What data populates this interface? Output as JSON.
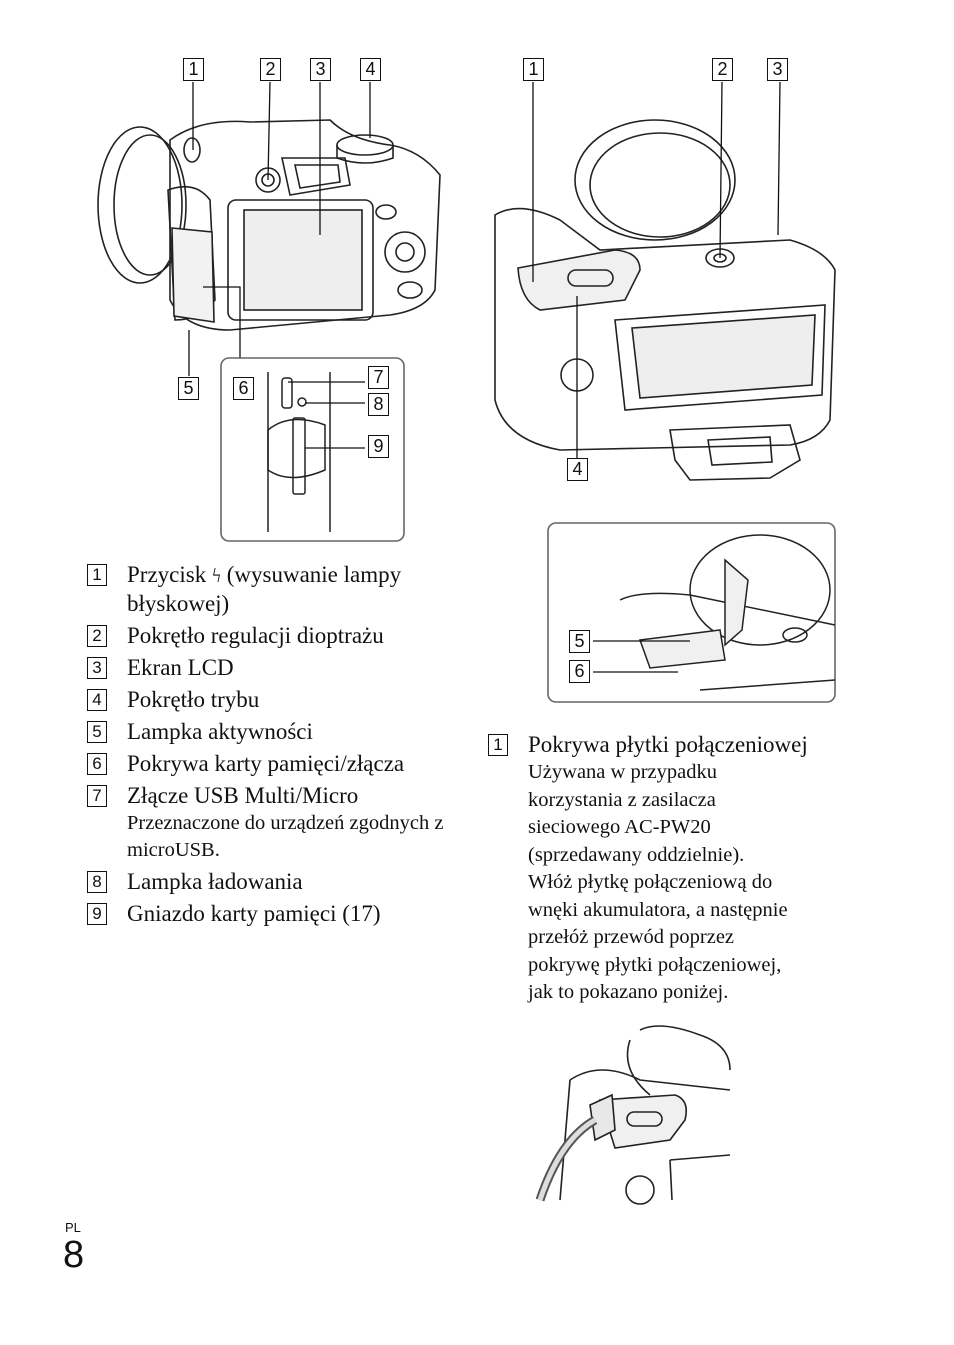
{
  "left_figure": {
    "callouts": [
      "1",
      "2",
      "3",
      "4",
      "5",
      "6",
      "7",
      "8",
      "9"
    ]
  },
  "right_figure": {
    "callouts": [
      "1",
      "2",
      "3",
      "4"
    ],
    "inset_callouts": [
      "5",
      "6"
    ]
  },
  "legend": [
    {
      "num": "1",
      "pre": "Przycisk ",
      "icon": "flash-icon",
      "post": " (wysuwanie lampy błyskowej)",
      "sub": ""
    },
    {
      "num": "2",
      "pre": "Pokrętło regulacji dioptrażu",
      "icon": "",
      "post": "",
      "sub": ""
    },
    {
      "num": "3",
      "pre": "Ekran LCD",
      "icon": "",
      "post": "",
      "sub": ""
    },
    {
      "num": "4",
      "pre": "Pokrętło trybu",
      "icon": "",
      "post": "",
      "sub": ""
    },
    {
      "num": "5",
      "pre": "Lampka aktywności",
      "icon": "",
      "post": "",
      "sub": ""
    },
    {
      "num": "6",
      "pre": "Pokrywa karty pamięci/złącza",
      "icon": "",
      "post": "",
      "sub": ""
    },
    {
      "num": "7",
      "pre": "Złącze USB Multi/Micro",
      "icon": "",
      "post": "",
      "sub": "Przeznaczone do urządzeń zgodnych z microUSB."
    },
    {
      "num": "8",
      "pre": "Lampka ładowania",
      "icon": "",
      "post": "",
      "sub": ""
    },
    {
      "num": "9",
      "pre": "Gniazdo karty pamięci (17)",
      "icon": "",
      "post": "",
      "sub": ""
    }
  ],
  "right_description": {
    "num": "1",
    "title": "Pokrywa płytki połączeniowej",
    "lines": [
      "Używana w przypadku",
      "korzystania z zasilacza",
      "sieciowego AC-PW20",
      "(sprzedawany oddzielnie).",
      "Włóż płytkę połączeniową do",
      "wnęki akumulatora, a następnie",
      "przełóż przewód poprzez",
      "pokrywę płytki połączeniowej,",
      "jak to pokazano poniżej."
    ]
  },
  "page": {
    "lang": "PL",
    "number": "8"
  }
}
